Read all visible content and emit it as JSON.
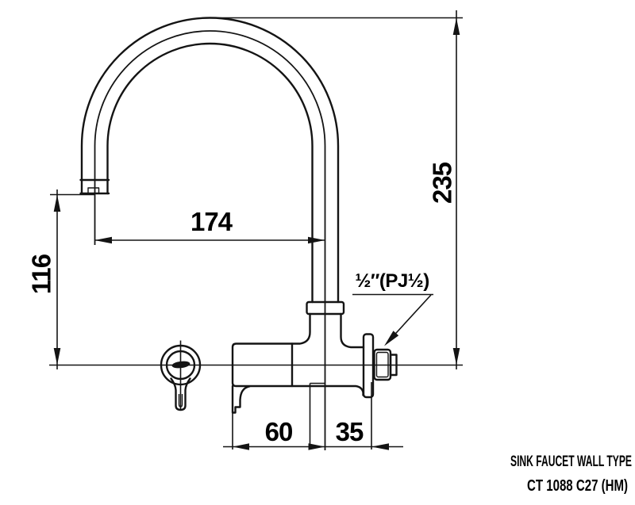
{
  "drawing": {
    "title": "SINK FAUCET WALL TYPE",
    "model": "CT 1088 C27 (HM)",
    "dims": {
      "reach": "174",
      "overall_height": "235",
      "spout_clearance": "116",
      "body_length": "60",
      "wall_distance": "35",
      "connection_thread": "½″(PJ½)"
    },
    "colors": {
      "line": "#141414",
      "text": "#000000",
      "background": "#ffffff"
    }
  }
}
